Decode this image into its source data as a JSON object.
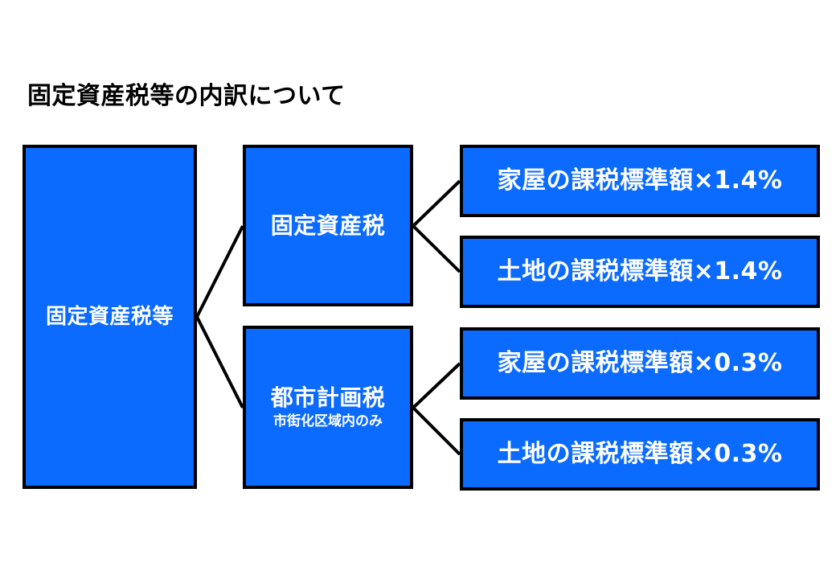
{
  "title": "固定資産税等の内訳について",
  "colors": {
    "box_fill": "#0B6BFF",
    "box_border": "#000000",
    "label_text": "#FFFFFF",
    "title_text": "#000000",
    "connector": "#000000",
    "background": "#FFFFFF"
  },
  "diagram": {
    "root": {
      "label": "固定資産税等"
    },
    "branches": [
      {
        "label": "固定資産税",
        "sub_label": "",
        "leaves": [
          {
            "label": "家屋の課税標準額×1.4%"
          },
          {
            "label": "土地の課税標準額×1.4%"
          }
        ]
      },
      {
        "label": "都市計画税",
        "sub_label": "市街化区域内のみ",
        "leaves": [
          {
            "label": "家屋の課税標準額×0.3%"
          },
          {
            "label": "土地の課税標準額×0.3%"
          }
        ]
      }
    ]
  }
}
